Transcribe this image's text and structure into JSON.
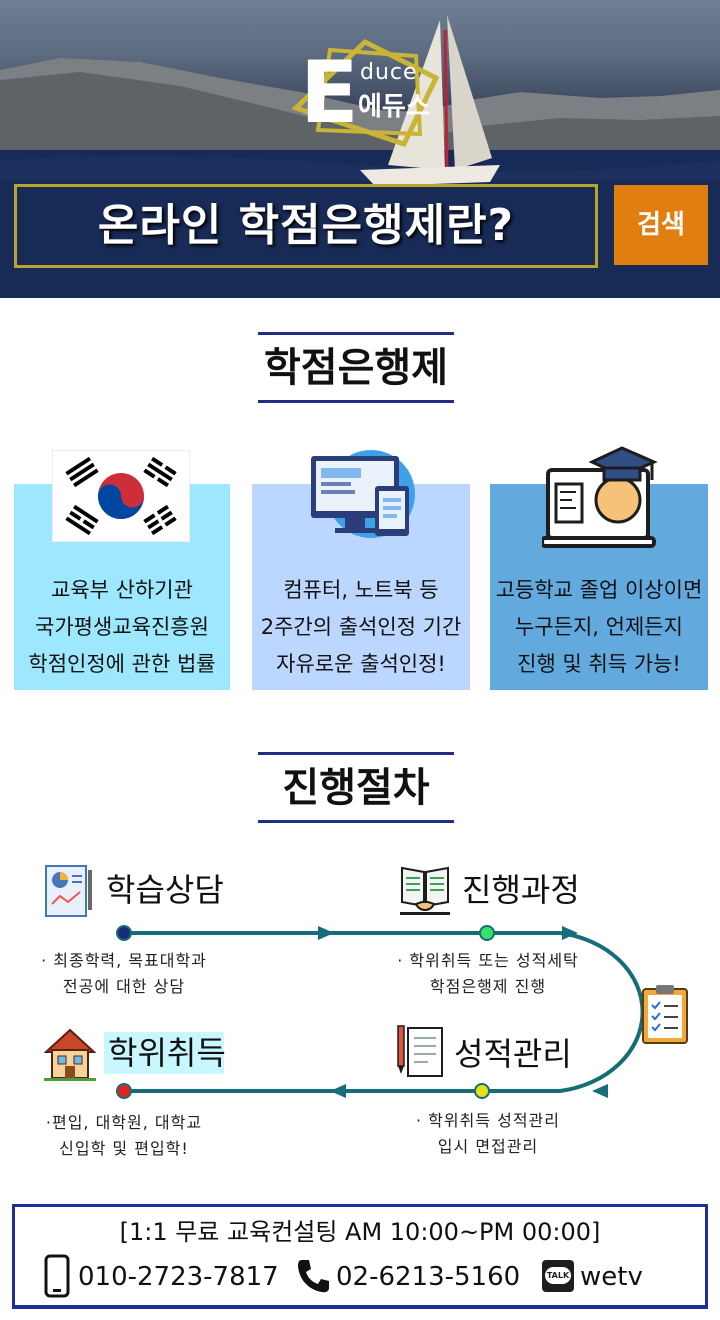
{
  "hero": {
    "logo_letter": "E",
    "logo_sub": "duce",
    "logo_korean": "에듀스",
    "title": "온라인 학점은행제란?",
    "search_label": "검색"
  },
  "sections": {
    "credit_bank": "학점은행제",
    "procedure": "진행절차"
  },
  "cards": [
    {
      "lines": [
        "교육부 산하기관",
        "국가평생교육진흥원",
        "학점인정에 관한 법률"
      ],
      "color": "#9ee8ff"
    },
    {
      "lines": [
        "컴퓨터, 노트북 등",
        "2주간의 출석인정 기간",
        "자유로운 출석인정!"
      ],
      "color": "#bcd7ff"
    },
    {
      "lines": [
        "고등학교 졸업 이상이면",
        "누구든지, 언제든지",
        "진행 및 취득 가능!"
      ],
      "color": "#62a9dd"
    }
  ],
  "steps": {
    "consult": {
      "title": "학습상담",
      "notes": [
        "· 최종학력, 목표대학과",
        "전공에 대한 상담"
      ]
    },
    "progress": {
      "title": "진행과정",
      "notes": [
        "· 학위취득 또는 성적세탁",
        "학점은행제 진행"
      ]
    },
    "degree": {
      "title": "학위취득",
      "notes": [
        "·편입, 대학원, 대학교",
        "신입학 및 편입학!"
      ]
    },
    "grades": {
      "title": "성적관리",
      "notes": [
        "· 학위취득 성적관리",
        "입시 면접관리"
      ]
    }
  },
  "footer": {
    "consult": "[1:1 무료 교육컨설팅 AM 10:00~PM 00:00]",
    "mobile": "010-2723-7817",
    "phone": "02-6213-5160",
    "kakao_badge": "TALK",
    "kakao_id": "wetv"
  },
  "colors": {
    "accent_orange": "#e07f10",
    "navy": "#1f2e86",
    "teal_line": "#166c78",
    "gold_frame": "#b9a52e"
  }
}
